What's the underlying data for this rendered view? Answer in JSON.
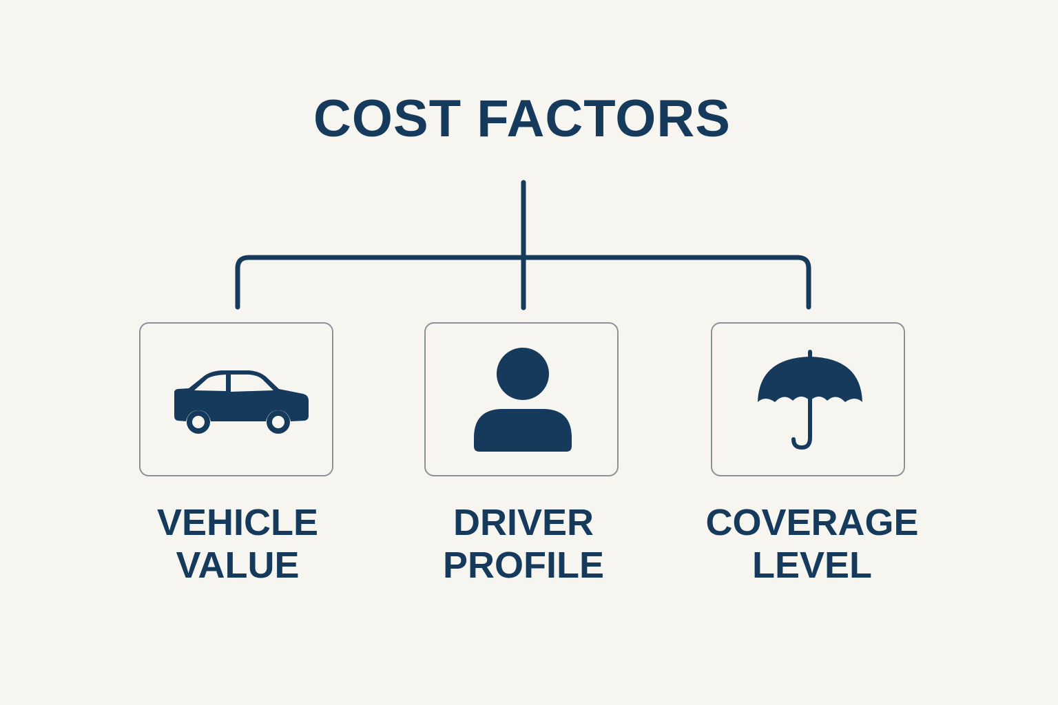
{
  "title": "COST FACTORS",
  "colors": {
    "primary": "#153a5c",
    "card_border": "#8c9097",
    "background": "#f7f5f0"
  },
  "factors": [
    {
      "icon": "car-icon",
      "line1": "VEHICLE",
      "line2": "VALUE"
    },
    {
      "icon": "person-icon",
      "line1": "DRIVER",
      "line2": "PROFILE"
    },
    {
      "icon": "umbrella-icon",
      "line1": "COVERAGE",
      "line2": "LEVEL"
    }
  ]
}
